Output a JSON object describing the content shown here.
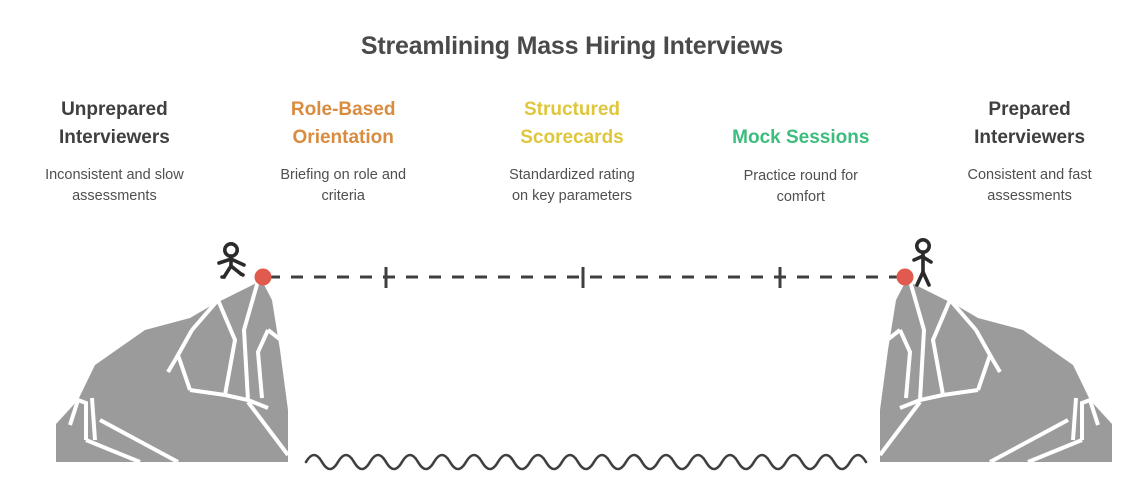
{
  "title": "Streamlining Mass Hiring Interviews",
  "colors": {
    "title_text": "#4a4a4a",
    "body_text": "#4f4f4f",
    "dark_heading": "#3f3f3f",
    "orange": "#d98b3f",
    "yellow": "#e0c63c",
    "green": "#3dbd7d",
    "rock_fill": "#9b9b9b",
    "rock_lines": "#ffffff",
    "marker_dot": "#e05a4e",
    "line_dark": "#3f3f3f"
  },
  "columns": [
    {
      "heading": "Unprepared\nInterviewers",
      "color_key": "dark",
      "subtext": "Inconsistent and slow\nassessments",
      "lines": 2
    },
    {
      "heading": "Role-Based\nOrientation",
      "color_key": "orange",
      "subtext": "Briefing on role and\ncriteria",
      "lines": 2
    },
    {
      "heading": "Structured\nScorecards",
      "color_key": "yellow",
      "subtext": "Standardized rating\non key parameters",
      "lines": 2
    },
    {
      "heading": "Mock Sessions",
      "color_key": "green",
      "subtext": "Practice round for\ncomfort",
      "lines": 1
    },
    {
      "heading": "Prepared\nInterviewers",
      "color_key": "dark",
      "subtext": "Consistent and fast\nassessments",
      "lines": 2
    }
  ],
  "scene": {
    "left_peak_label": "unprepared-side",
    "right_peak_label": "prepared-side",
    "dashed_path_ticks": 3,
    "figure_left_pose": "striding-at-edge",
    "figure_right_pose": "standing-upright",
    "water_label": "wavy-water-line"
  }
}
